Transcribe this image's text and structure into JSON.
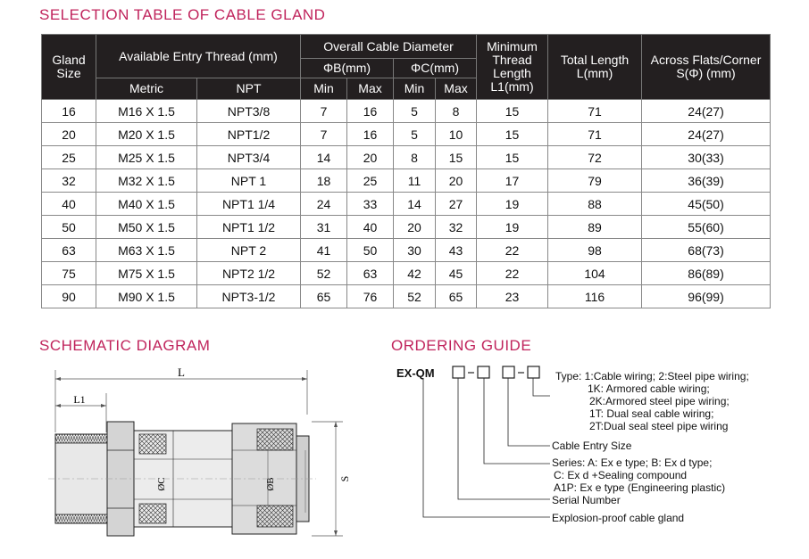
{
  "titles": {
    "table": "SELECTION TABLE OF CABLE GLAND",
    "schematic": "SCHEMATIC DIAGRAM",
    "ordering": "ORDERING GUIDE"
  },
  "table": {
    "headers": {
      "gland_size": "Gland Size",
      "entry_thread": "Available Entry Thread (mm)",
      "metric": "Metric",
      "npt": "NPT",
      "overall_diameter": "Overall Cable Diameter",
      "phi_b": "ΦB(mm)",
      "phi_c": "ΦC(mm)",
      "min": "Min",
      "max": "Max",
      "min_thread": "Minimum Thread Length L1(mm)",
      "total_length": "Total Length L(mm)",
      "across_flats": "Across Flats/Corner S(Φ) (mm)"
    },
    "rows": [
      [
        "16",
        "M16 X 1.5",
        "NPT3/8",
        "7",
        "16",
        "5",
        "8",
        "15",
        "71",
        "24(27)"
      ],
      [
        "20",
        "M20 X 1.5",
        "NPT1/2",
        "7",
        "16",
        "5",
        "10",
        "15",
        "71",
        "24(27)"
      ],
      [
        "25",
        "M25 X 1.5",
        "NPT3/4",
        "14",
        "20",
        "8",
        "15",
        "15",
        "72",
        "30(33)"
      ],
      [
        "32",
        "M32 X 1.5",
        "NPT 1",
        "18",
        "25",
        "11",
        "20",
        "17",
        "79",
        "36(39)"
      ],
      [
        "40",
        "M40 X 1.5",
        "NPT1 1/4",
        "24",
        "33",
        "14",
        "27",
        "19",
        "88",
        "45(50)"
      ],
      [
        "50",
        "M50 X 1.5",
        "NPT1 1/2",
        "31",
        "40",
        "20",
        "32",
        "19",
        "89",
        "55(60)"
      ],
      [
        "63",
        "M63 X 1.5",
        "NPT 2",
        "41",
        "50",
        "30",
        "43",
        "22",
        "98",
        "68(73)"
      ],
      [
        "75",
        "M75 X 1.5",
        "NPT2 1/2",
        "52",
        "63",
        "42",
        "45",
        "22",
        "104",
        "86(89)"
      ],
      [
        "90",
        "M90 X 1.5",
        "NPT3-1/2",
        "65",
        "76",
        "52",
        "65",
        "23",
        "116",
        "96(99)"
      ]
    ]
  },
  "schematic": {
    "label_L": "L",
    "label_L1": "L1",
    "label_S": "S",
    "label_phiC": "ØC",
    "label_phiB": "ØB"
  },
  "ordering": {
    "code": "EX-QM",
    "type_line1": "Type: 1:Cable wiring; 2:Steel pipe wiring;",
    "type_line2": "1K: Armored cable wiring;",
    "type_line3": "2K:Armored steel pipe wiring;",
    "type_line4": "1T: Dual seal cable wiring;",
    "type_line5": "2T:Dual seal steel pipe wiring",
    "entry_size": "Cable Entry Size",
    "series_line1": "Series: A: Ex e type; B: Ex d type;",
    "series_line2": "C: Ex d +Sealing compound",
    "series_line3": "A1P: Ex e type (Engineering plastic)",
    "serial": "Serial Number",
    "explosion": "Explosion-proof cable gland"
  }
}
